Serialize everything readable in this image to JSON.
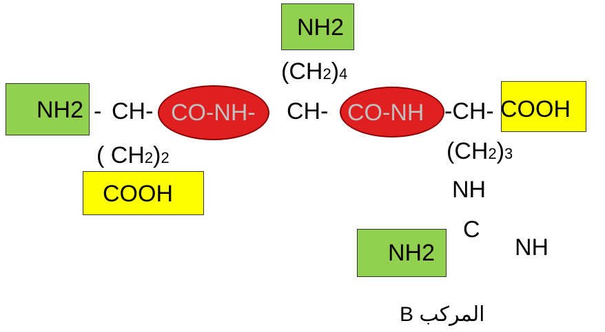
{
  "colors": {
    "amine_box": "#92d050",
    "carboxyl_box": "#ffff00",
    "peptide_oval": "#e02020",
    "peptide_text": "#c0c0c0"
  },
  "diagram": {
    "top_nh2": {
      "main": "NH",
      "sub": "2"
    },
    "top_ch2_4": {
      "open": "(CH",
      "sub": "2",
      "close": ")",
      "subscript": "4"
    },
    "left_nh2": {
      "main": "NH",
      "sub": "2"
    },
    "dash1": "-",
    "ch_1": "CH-",
    "peptide_1": "CO-NH-",
    "ch_2": "CH-",
    "peptide_2": "CO-NH",
    "ch_3": "-CH-",
    "right_cooh": "COOH",
    "ch2_2": {
      "open": "( CH",
      "sub": "2",
      "close": ")",
      "subscript": "2"
    },
    "bottom_left_cooh": "COOH",
    "ch2_3": {
      "open": "(CH",
      "sub": "2",
      "close": ")",
      "subscript": "3"
    },
    "nh_1": "NH",
    "c_atom": "C",
    "nh_2": "NH",
    "bottom_nh2": {
      "main": "NH",
      "sub": "2"
    },
    "compound_label": "المركب B"
  }
}
